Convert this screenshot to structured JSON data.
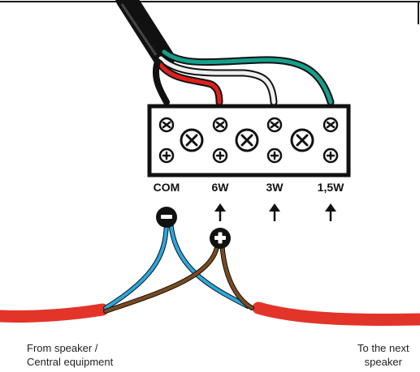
{
  "terminal_block": {
    "taps": [
      "COM",
      "6W",
      "3W",
      "1,5W"
    ]
  },
  "polarity": {
    "negative": "-",
    "positive": "+"
  },
  "captions": {
    "from_line1": "From speaker /",
    "from_line2": "Central equipment",
    "to_line1": "To the next",
    "to_line2": "speaker"
  },
  "colors": {
    "wire_black": "#111111",
    "wire_red": "#e0201b",
    "wire_white": "#f0f0f0",
    "wire_green": "#14a08a",
    "wire_blue": "#2aa7df",
    "wire_brown": "#7a4a1e",
    "cable_red": "#e3342a"
  }
}
